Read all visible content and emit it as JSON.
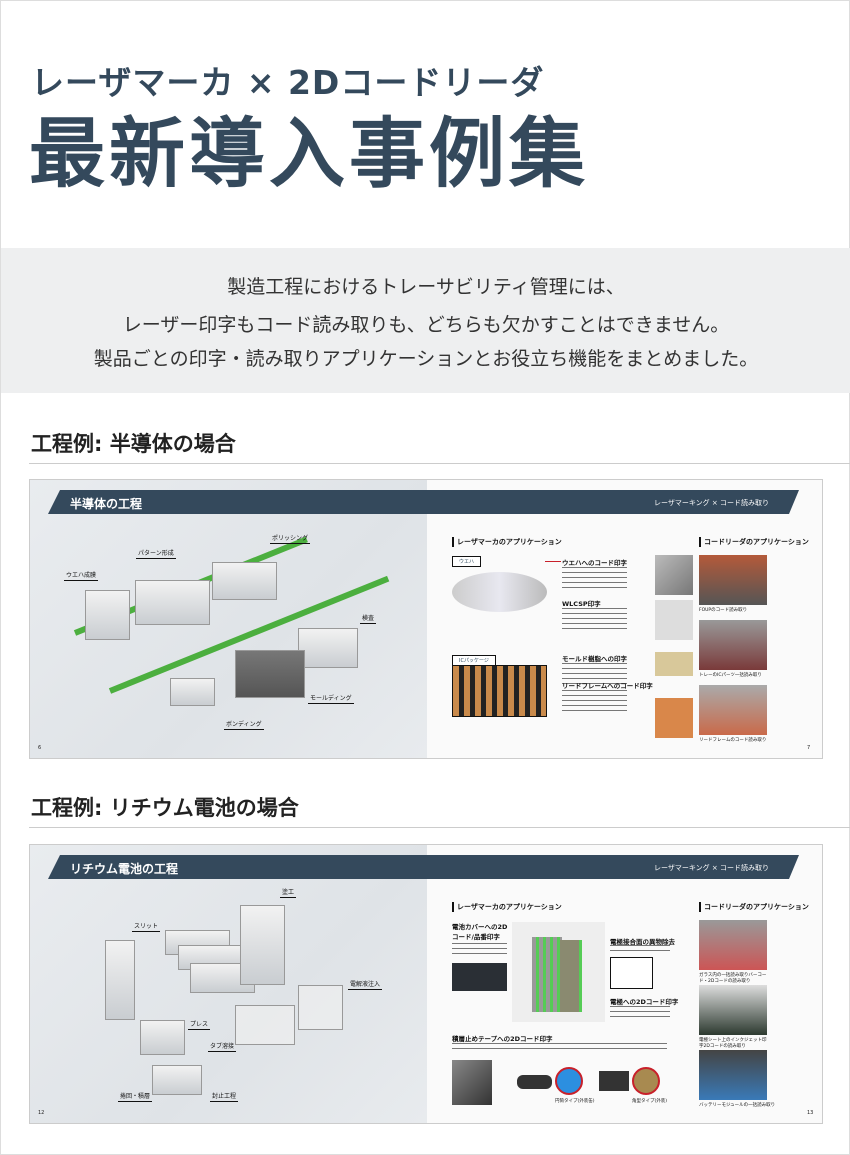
{
  "header": {
    "subtitle": "レーザマーカ × 2Dコードリーダ",
    "title": "最新導入事例集"
  },
  "intro": [
    "製造工程におけるトレーサビリティ管理には、",
    "レーザー印字もコード読み取りも、どちらも欠かすことはできません。",
    "製品ごとの印字・読み取りアプリケーションとお役立ち機能をまとめました。"
  ],
  "sections": [
    {
      "heading": "工程例: 半導体の場合",
      "left": {
        "title": "半導体の工程",
        "labels": [
          "ウエハ成膜",
          "パターン形成",
          "ポリッシング",
          "検査",
          "モールディング",
          "ボンディング"
        ],
        "page": "6"
      },
      "right": {
        "banner": "レーザマーキング × コード読み取り",
        "marker_heading": "レーザマーカのアプリケーション",
        "reader_heading": "コードリーダのアプリケーション",
        "tags": [
          "ウエハ",
          "ICパッケージ"
        ],
        "apps": [
          "ウエハへのコード印字",
          "WLCSP印字",
          "モールド樹脂への印字",
          "リードフレームへのコード印字"
        ],
        "reader_captions": [
          "FOUPのコード読み取り",
          "トレーのICパーツ一括読み取り",
          "リードフレームのコード読み取り"
        ],
        "page": "7"
      }
    },
    {
      "heading": "工程例: リチウム電池の場合",
      "left": {
        "title": "リチウム電池の工程",
        "labels": [
          "塗工",
          "スリット",
          "プレス",
          "タブ溶接",
          "電解液注入",
          "捲回・積層",
          "封止工程"
        ],
        "page": "12"
      },
      "right": {
        "banner": "レーザマーキング × コード読み取り",
        "marker_heading": "レーザマーカのアプリケーション",
        "reader_heading": "コードリーダのアプリケーション",
        "apps": [
          "電池カバーへの2Dコード/品番印字",
          "電極接合面の異物除去",
          "電極への2Dコード印字",
          "積層止めテープへの2Dコード印字"
        ],
        "product_captions": [
          "円筒タイプ(外装缶)",
          "角型タイプ(外装)"
        ],
        "reader_captions": [
          "ガラス内の一括読み取りバーコード・2Dコードの読み取り",
          "電極シート上のインクジェット印字2Dコードの読み取り",
          "バッテリーモジュールの一括読み取り"
        ],
        "page": "13"
      }
    }
  ]
}
